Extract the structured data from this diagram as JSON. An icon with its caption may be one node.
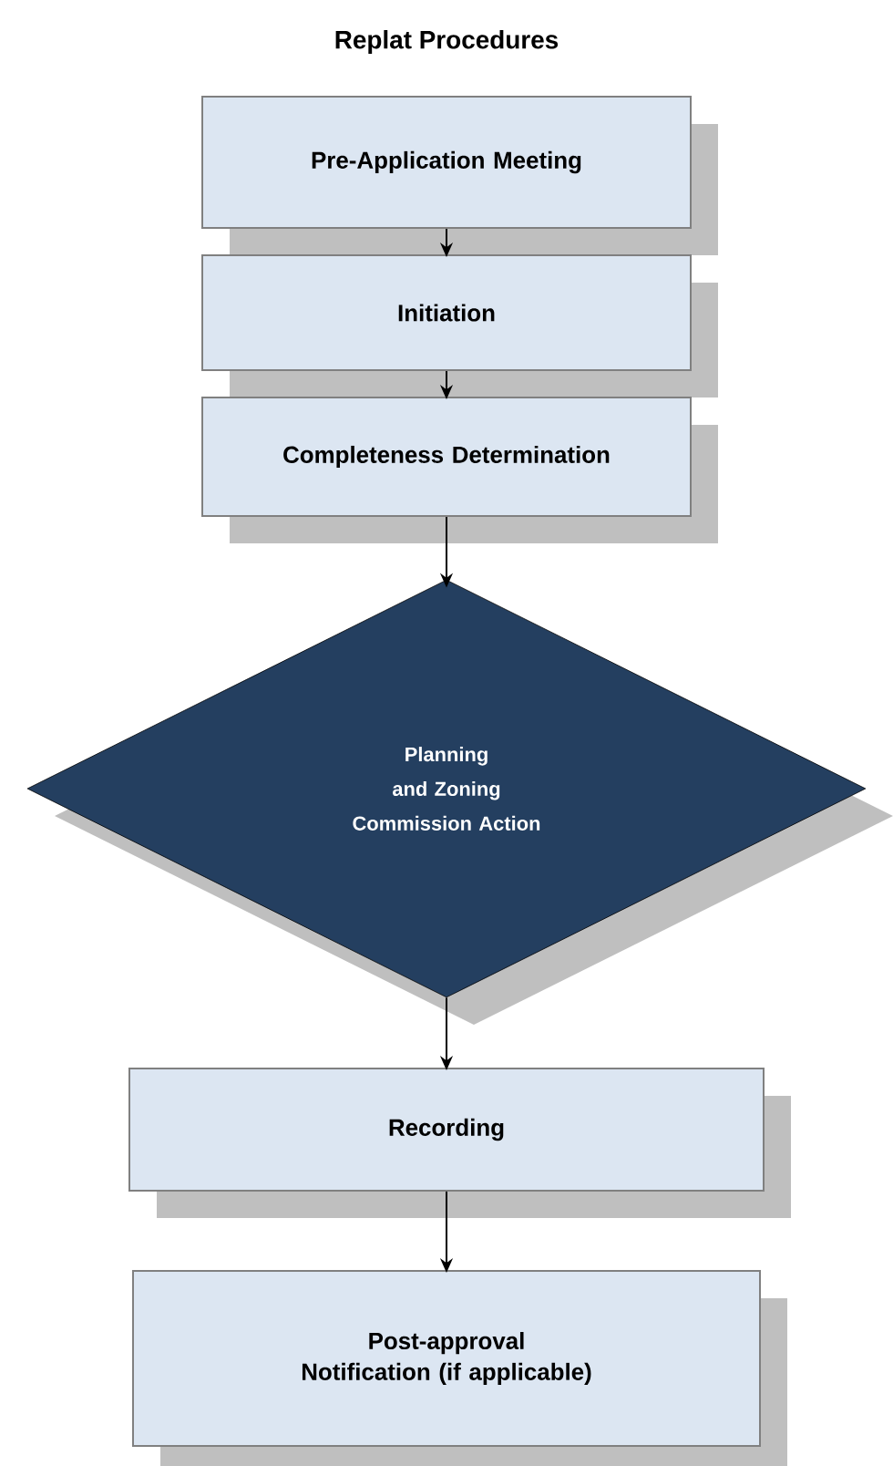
{
  "diagram": {
    "title": "Replat Procedures",
    "nodes": [
      {
        "text": [
          "Pre-Application Meeting"
        ]
      },
      {
        "text": [
          "Initiation"
        ]
      },
      {
        "text": [
          "Completeness Determination"
        ]
      },
      {
        "text": [
          "Planning and Zoning Commission Action"
        ]
      },
      {
        "text": [
          "Recording"
        ]
      },
      {
        "text": [
          "Post-approval Notification (if applicable)"
        ]
      }
    ],
    "edges": [
      {
        "from": 0,
        "to": 1,
        "arrow": "to"
      },
      {
        "from": 1,
        "to": 2,
        "arrow": "to"
      },
      {
        "from": 2,
        "to": 3,
        "arrow": "to"
      },
      {
        "from": 3,
        "to": 4,
        "arrow": "to"
      },
      {
        "from": 4,
        "to": 5,
        "arrow": "to"
      }
    ]
  }
}
